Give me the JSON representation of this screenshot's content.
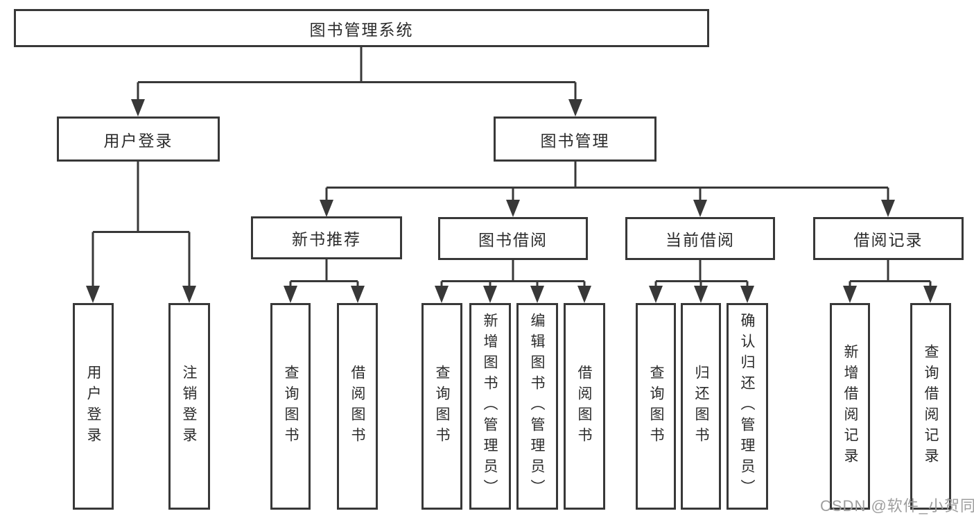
{
  "diagram": {
    "type": "hierarchy-tree",
    "root": {
      "label": "图书管理系统"
    },
    "branches": [
      {
        "label": "用户登录",
        "children": [
          {
            "label": "用户登录"
          },
          {
            "label": "注销登录"
          }
        ]
      },
      {
        "label": "图书管理",
        "children": [
          {
            "label": "新书推荐",
            "children": [
              {
                "label": "查询图书"
              },
              {
                "label": "借阅图书"
              }
            ]
          },
          {
            "label": "图书借阅",
            "children": [
              {
                "label": "查询图书"
              },
              {
                "label": "新增图书（管理员）"
              },
              {
                "label": "编辑图书（管理员）"
              },
              {
                "label": "借阅图书"
              }
            ]
          },
          {
            "label": "当前借阅",
            "children": [
              {
                "label": "查询图书"
              },
              {
                "label": "归还图书"
              },
              {
                "label": "确认归还（管理员）"
              }
            ]
          },
          {
            "label": "借阅记录",
            "children": [
              {
                "label": "新增借阅记录"
              },
              {
                "label": "查询借阅记录"
              }
            ]
          }
        ]
      }
    ]
  },
  "watermark": {
    "text": "CSDN @软件_小贺同学",
    "color": "#9e9e9e"
  },
  "colors": {
    "line": "#383838",
    "box_border": "#383838",
    "text": "#2b2b2b",
    "background": "#ffffff"
  }
}
